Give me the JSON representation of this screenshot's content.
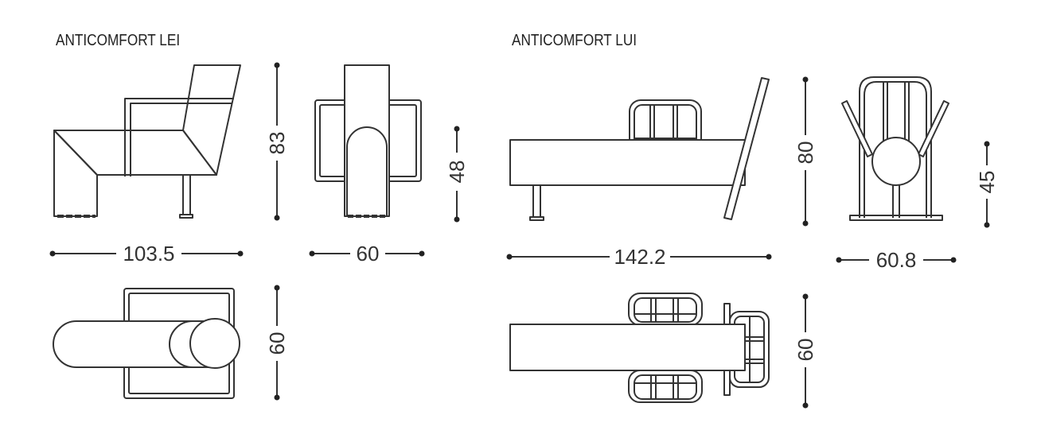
{
  "lei": {
    "title": "ANTICOMFORT LEI",
    "dims": {
      "side_width": "103.5",
      "side_height": "83",
      "front_width": "60",
      "front_height": "48",
      "top_depth": "60"
    }
  },
  "lui": {
    "title": "ANTICOMFORT LUI",
    "dims": {
      "side_width": "142.2",
      "side_height": "80",
      "front_width": "60.8",
      "front_height": "45",
      "top_depth": "60"
    }
  },
  "colors": {
    "line": "#333333",
    "dot": "#222222"
  }
}
